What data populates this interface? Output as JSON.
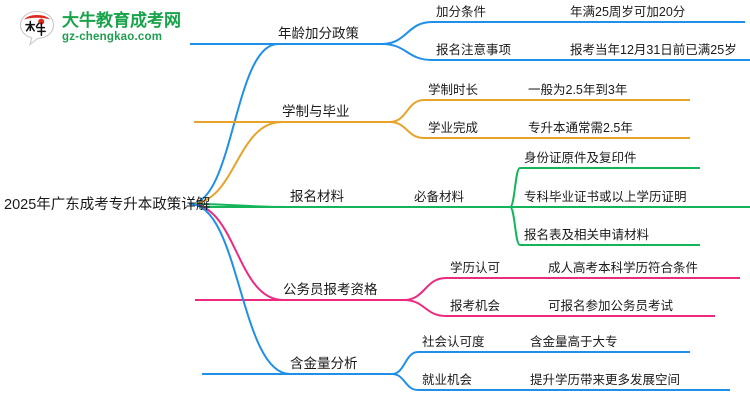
{
  "brand": {
    "logo_icon": "daniu-speech-bubble-logo",
    "logo_glyph": "大牛",
    "site_name": "大牛教育成考网",
    "site_url": "gz-chengkao.com",
    "brand_color": "#18a34a",
    "logo_accent_color": "#d92b1f"
  },
  "mindmap": {
    "root": "2025年广东成考专升本政策详解",
    "branches": [
      {
        "label": "年龄加分政策",
        "color": "#1f8fe8",
        "children": [
          {
            "label": "加分条件",
            "leaves": [
              "年满25周岁可加20分"
            ]
          },
          {
            "label": "报名注意事项",
            "leaves": [
              "报考当年12月31日前已满25岁"
            ]
          }
        ]
      },
      {
        "label": "学制与毕业",
        "color": "#e8a32c",
        "children": [
          {
            "label": "学制时长",
            "leaves": [
              "一般为2.5年到3年"
            ]
          },
          {
            "label": "学业完成",
            "leaves": [
              "专升本通常需2.5年"
            ]
          }
        ]
      },
      {
        "label": "报名材料",
        "color": "#14b45a",
        "children": [
          {
            "label": "必备材料",
            "leaves": [
              "身份证原件及复印件",
              "专科毕业证书或以上学历证明",
              "报名表及相关申请材料"
            ]
          }
        ]
      },
      {
        "label": "公务员报考资格",
        "color": "#ec2a7f",
        "children": [
          {
            "label": "学历认可",
            "leaves": [
              "成人高考本科学历符合条件"
            ]
          },
          {
            "label": "报考机会",
            "leaves": [
              "可报名参加公务员考试"
            ]
          }
        ]
      },
      {
        "label": "含金量分析",
        "color": "#1f8fe8",
        "children": [
          {
            "label": "社会认可度",
            "leaves": [
              "含金量高于大专"
            ]
          },
          {
            "label": "就业机会",
            "leaves": [
              "提升学历带来更多发展空间"
            ]
          }
        ]
      }
    ]
  }
}
